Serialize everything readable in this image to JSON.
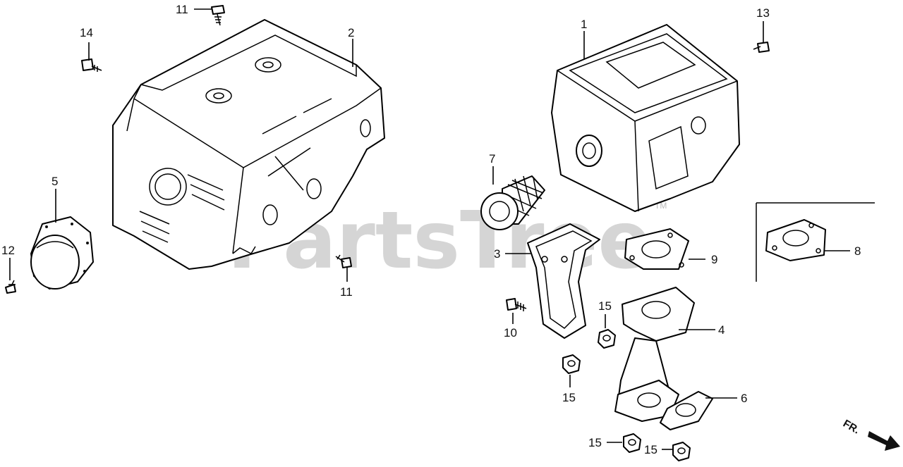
{
  "watermark": {
    "text": "PartsTree",
    "trademark": "TM"
  },
  "direction": {
    "label": "FR."
  },
  "callouts": {
    "c1": "1",
    "c2": "2",
    "c3": "3",
    "c4": "4",
    "c5": "5",
    "c6": "6",
    "c7": "7",
    "c8": "8",
    "c9": "9",
    "c10": "10",
    "c11a": "11",
    "c11b": "11",
    "c12": "12",
    "c13": "13",
    "c14": "14",
    "c15a": "15",
    "c15b": "15",
    "c15c": "15",
    "c15d": "15"
  }
}
